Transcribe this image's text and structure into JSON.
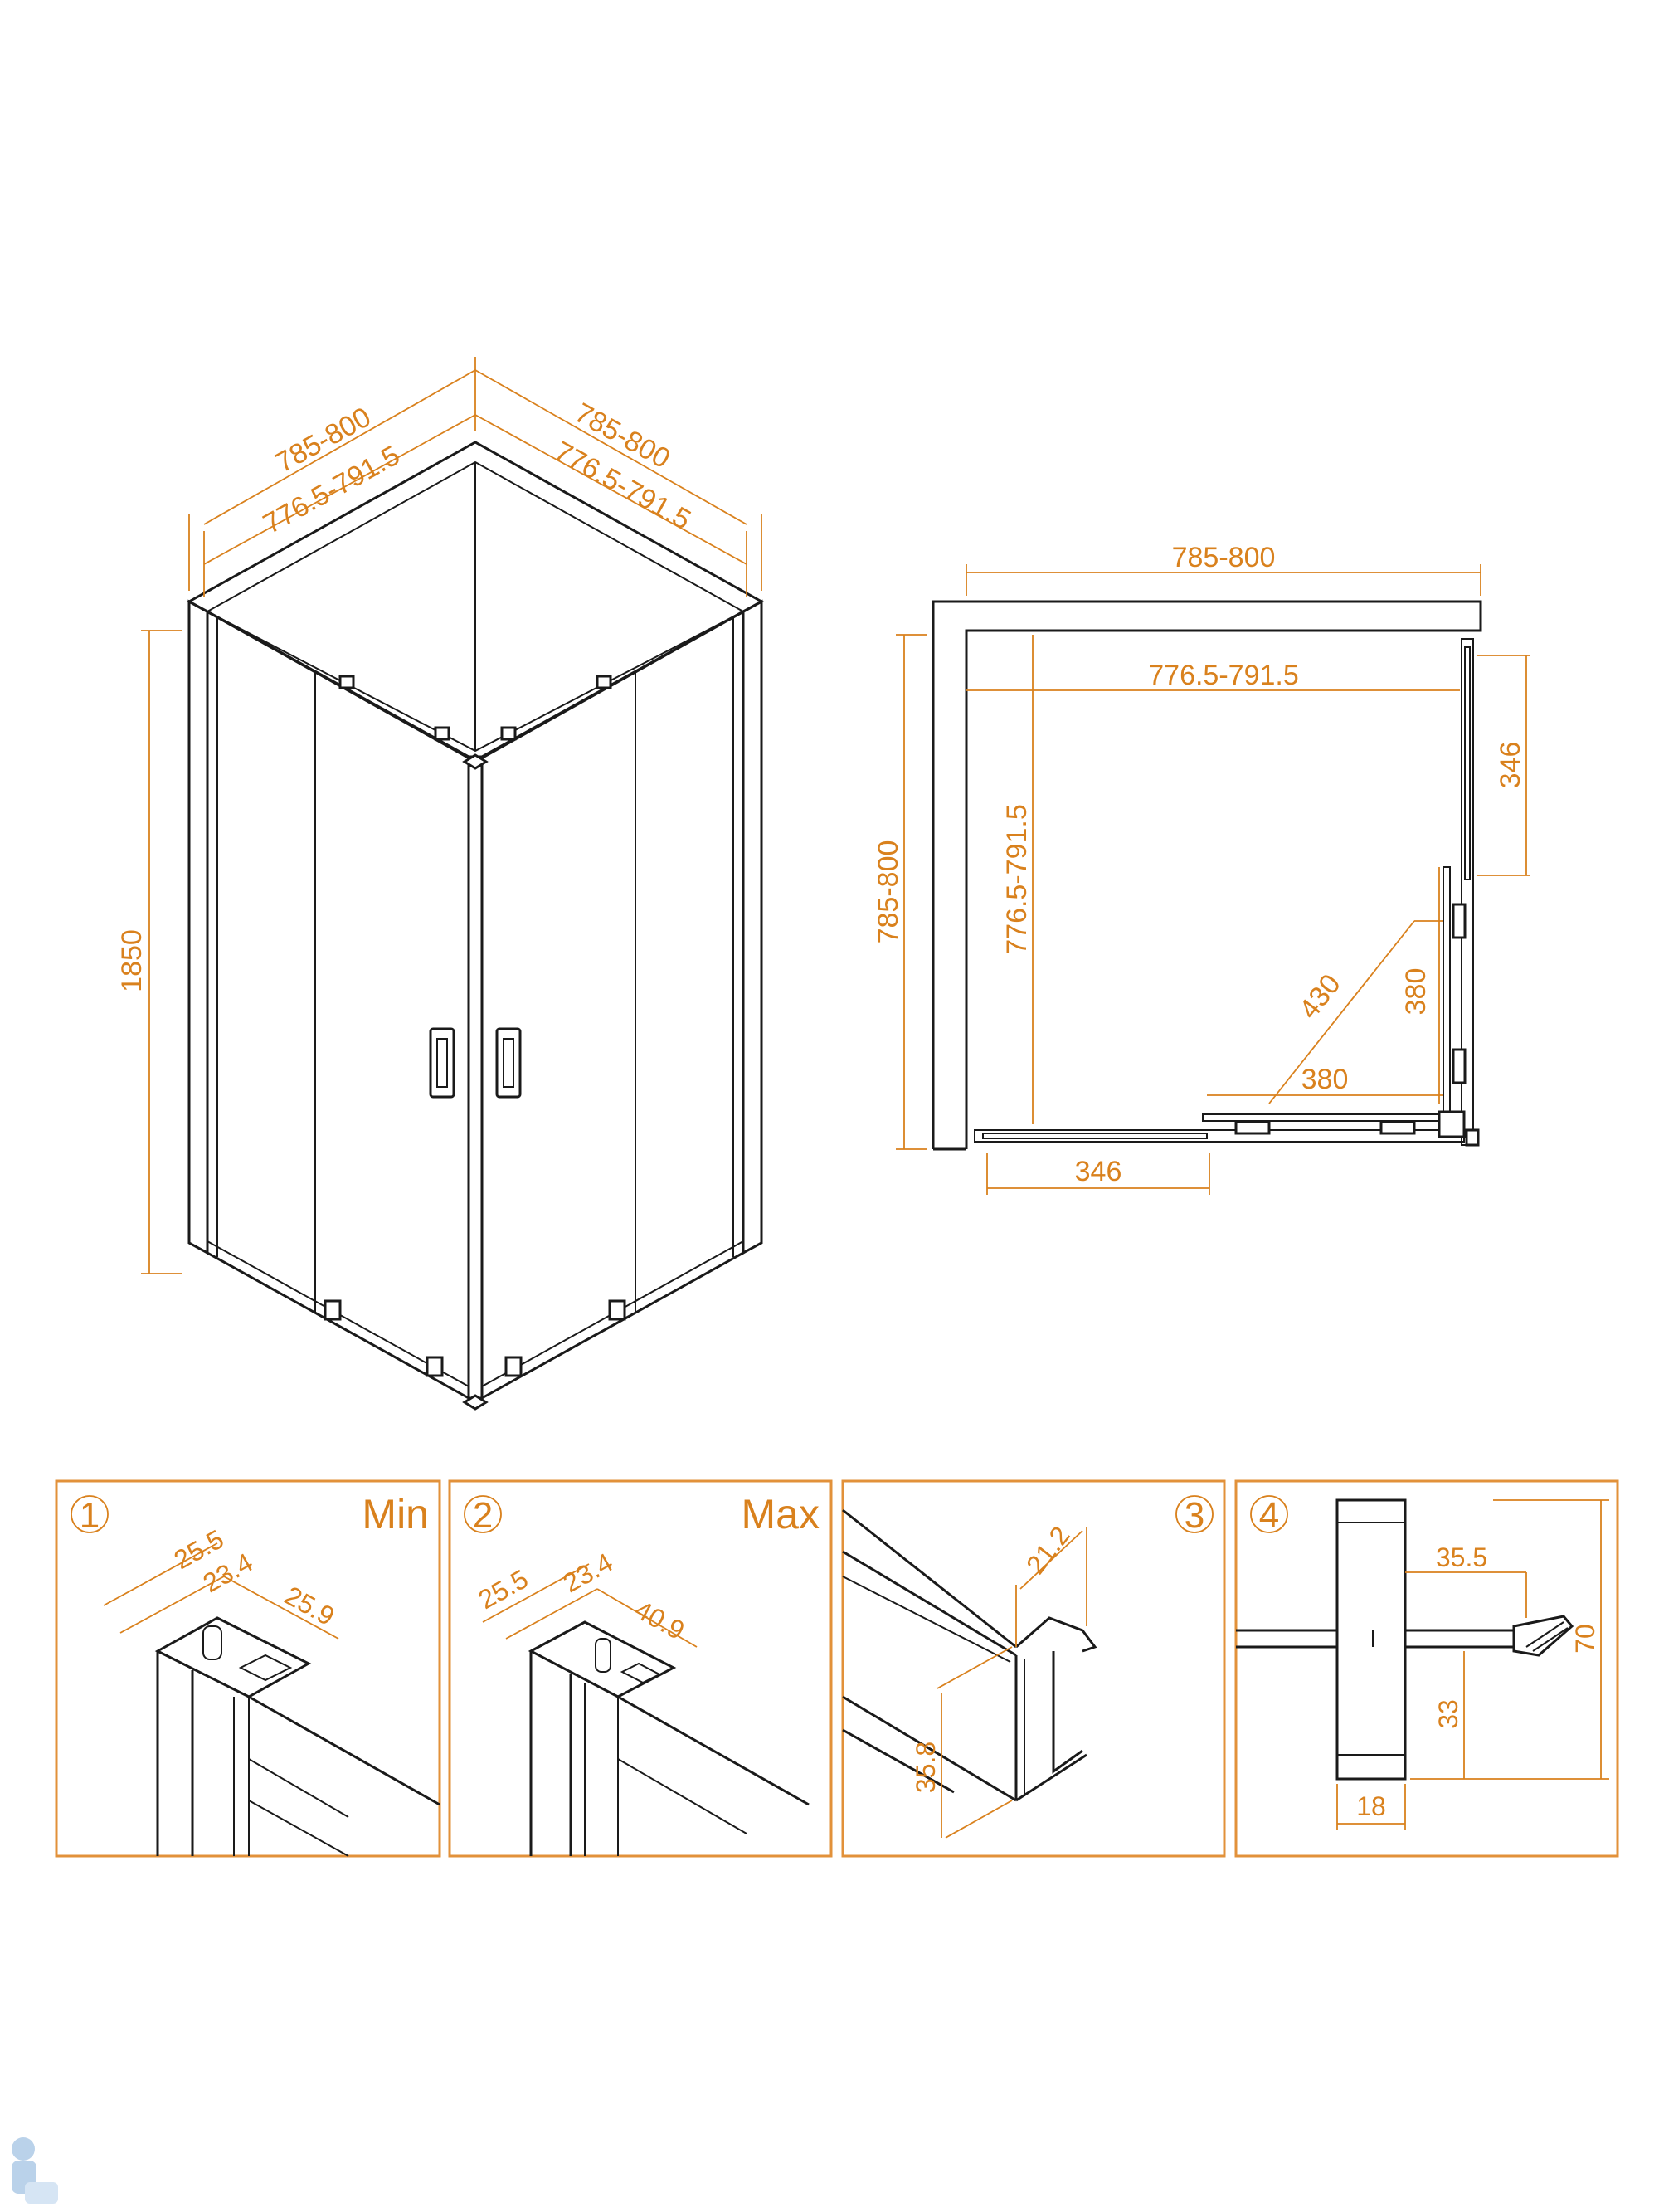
{
  "iso_view": {
    "outer_width_left": "785-800",
    "inner_width_left": "776.5-791.5",
    "outer_width_right": "785-800",
    "inner_width_right": "776.5-791.5",
    "height": "1850"
  },
  "plan_view": {
    "outer_width_top": "785-800",
    "inner_width_top": "776.5-791.5",
    "outer_depth_left": "785-800",
    "inner_depth_left": "776.5-791.5",
    "door_right": "346",
    "door_bottom": "346",
    "opening_diagonal": "430",
    "opening_vertical": "380",
    "opening_horizontal": "380"
  },
  "details": [
    {
      "number": "1",
      "label": "Min",
      "dims": [
        "25.5",
        "23.4",
        "25.9"
      ]
    },
    {
      "number": "2",
      "label": "Max",
      "dims": [
        "25.5",
        "23.4",
        "40.9"
      ]
    },
    {
      "number": "3",
      "label": "",
      "dims": [
        "21.2",
        "35.8"
      ]
    },
    {
      "number": "4",
      "label": "",
      "dims": [
        "35.5",
        "70",
        "33",
        "18"
      ]
    }
  ],
  "colors": {
    "dimension": "#d9811d",
    "line": "#1a1a1a",
    "frame": "#e2913a"
  },
  "icons": {
    "watermark": "plumber-mascot-icon"
  }
}
